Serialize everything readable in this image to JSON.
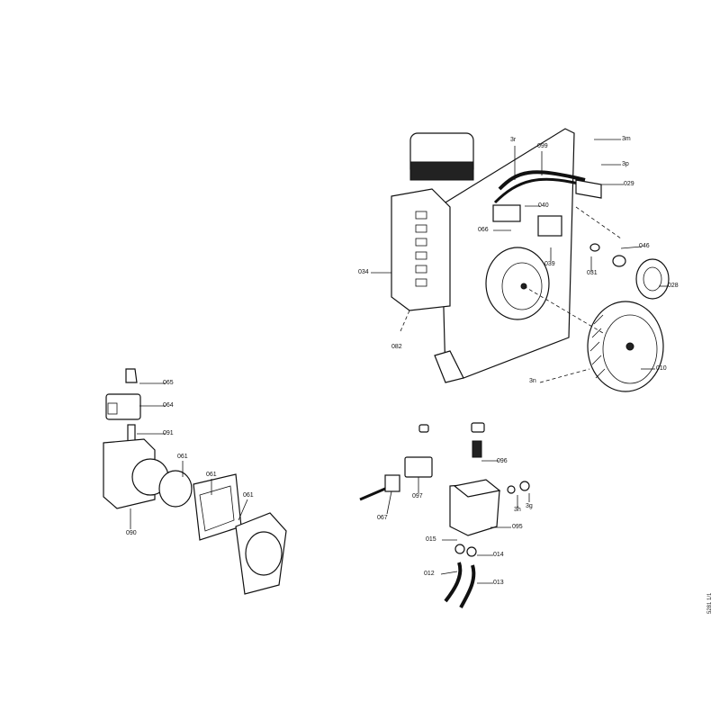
{
  "diagram": {
    "upper_assembly_labels": [
      "099",
      "3r",
      "3m",
      "3p",
      "029",
      "040",
      "066",
      "039",
      "046",
      "031",
      "028",
      "034",
      "082",
      "010",
      "3n"
    ],
    "pump_assembly_left_labels": [
      "065",
      "064",
      "091",
      "061",
      "061",
      "061",
      "090"
    ],
    "pump_assembly_right_labels": [
      "096",
      "097",
      "3h",
      "3g",
      "067",
      "095",
      "015",
      "014",
      "012",
      "013"
    ],
    "drawing_reference": "5281 1/1"
  }
}
